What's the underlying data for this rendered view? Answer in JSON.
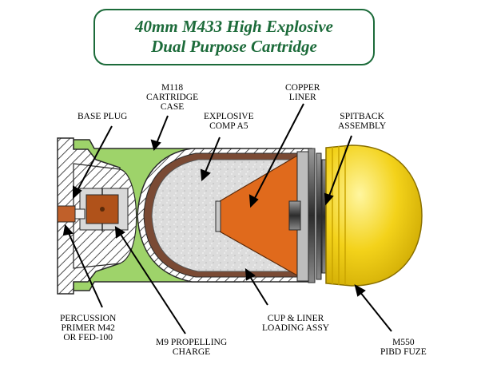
{
  "title": {
    "line1": "40mm M433 High Explosive",
    "line2": "Dual Purpose Cartridge"
  },
  "labels": {
    "m118_case": [
      "M118",
      "CARTRIDGE",
      "CASE"
    ],
    "copper_liner": [
      "COPPER",
      "LINER"
    ],
    "base_plug": [
      "BASE PLUG"
    ],
    "explosive": [
      "EXPLOSIVE",
      "COMP A5"
    ],
    "spitback": [
      "SPITBACK",
      "ASSEMBLY"
    ],
    "primer": [
      "PERCUSSION",
      "PRIMER M42",
      "OR FED-100"
    ],
    "m9_charge": [
      "M9 PROPELLING",
      "CHARGE"
    ],
    "cup_liner": [
      "CUP & LINER",
      "LOADING ASSY"
    ],
    "fuze": [
      "M550",
      "PIBD FUZE"
    ]
  },
  "colors": {
    "title": "#1c6b3a",
    "case_green": "#9ed36a",
    "fuze_yellow": "#f3d21a",
    "liner_orange": "#e06a1c",
    "charge_brown": "#b0521a",
    "body_gray": "#d9d9d9"
  }
}
